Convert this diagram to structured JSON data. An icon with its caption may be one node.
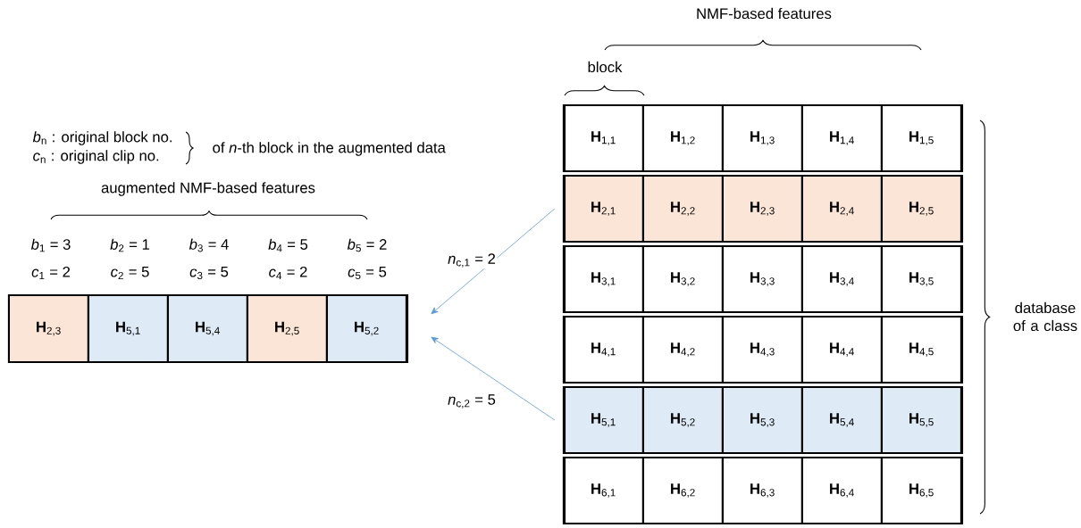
{
  "diagram": {
    "nodes": [
      {
        "text": [],
        "shape": "box"
      },
      {
        "text": [
          "**H**$_{2,3}$"
        ],
        "in": 0
      },
      {
        "text": [
          "**H**$_{5,1}$"
        ],
        "in": 0
      },
      {
        "text": [
          "**H**$_{5,4}$"
        ],
        "in": 0
      },
      {
        "text": [
          "**H**$_{2,5}$"
        ],
        "in": 0
      },
      {
        "text": [
          "**H**$_{5,2}$"
        ],
        "in": 0
      },
      {
        "text": [],
        "shape": "box"
      },
      {
        "text": [
          "**H**$_{1,1}$"
        ],
        "in": 6
      },
      {
        "text": [
          "**H**$_{1,2}$"
        ],
        "in": 6
      },
      {
        "text": [
          "**H**$_{1,3}$"
        ],
        "in": 6
      },
      {
        "text": [
          "**H**$_{1,4}$"
        ],
        "in": 6
      },
      {
        "text": [
          "**H**$_{1,5}$"
        ],
        "in": 6
      },
      {
        "text": [],
        "shape": "box"
      },
      {
        "text": [
          "**H**$_{2,1}$"
        ],
        "in": 12
      },
      {
        "text": [
          "**H**$_{2,2}$"
        ],
        "in": 12
      },
      {
        "text": [
          "**H**$_{2,3}$"
        ],
        "in": 12
      },
      {
        "text": [
          "**H**$_{2,4}$"
        ],
        "in": 12
      },
      {
        "text": [
          "**H**$_{2,5}$"
        ],
        "in": 12
      },
      {
        "text": [],
        "shape": "box"
      },
      {
        "text": [
          "**H**$_{3,1}$"
        ],
        "in": 18
      },
      {
        "text": [
          "**H**$_{3,2}$"
        ],
        "in": 18
      },
      {
        "text": [
          "**H**$_{3,3}$"
        ],
        "in": 18
      },
      {
        "text": [
          "**H**$_{3,4}$"
        ],
        "in": 18
      },
      {
        "text": [
          "**H**$_{3,5}$"
        ],
        "in": 18
      },
      {
        "text": [],
        "shape": "box"
      },
      {
        "text": [
          "**H**$_{4,1}$"
        ],
        "in": 24
      },
      {
        "text": [
          "**H**$_{4,2}$"
        ],
        "in": 24
      },
      {
        "text": [
          "**H**$_{4,3}$"
        ],
        "in": 24
      },
      {
        "text": [
          "**H**$_{4,4}$"
        ],
        "in": 24
      },
      {
        "text": [
          "**H**$_{4,5}$"
        ],
        "in": 24
      },
      {
        "text": [],
        "shape": "box"
      },
      {
        "text": [
          "**H**$_{5,1}$"
        ],
        "in": 30
      },
      {
        "text": [
          "**H**$_{5,2}$"
        ],
        "in": 30
      },
      {
        "text": [
          "**H**$_{5,3}$"
        ],
        "in": 30
      },
      {
        "text": [
          "**H**$_{5,4}$"
        ],
        "in": 30
      },
      {
        "text": [
          "**H**$_{5,5}$"
        ],
        "in": 30
      },
      {
        "text": [],
        "shape": "box"
      },
      {
        "text": [
          "**H**$_{6,1}$"
        ],
        "in": 36
      },
      {
        "text": [
          "**H**$_{6,2}$"
        ],
        "in": 36
      },
      {
        "text": [
          "**H**$_{6,3}$"
        ],
        "in": 36
      },
      {
        "text": [
          "**H**$_{6,4}$"
        ],
        "in": 36
      },
      {
        "text": [
          "**H**$_{6,5}$"
        ],
        "in": 36
      }
    ],
    "edges": [
      {
        "from": 12,
        "to": 0,
        "arrow": "to",
        "label": "*n*$_{c,1}$ = 2"
      },
      {
        "from": 30,
        "to": 0,
        "arrow": "to",
        "label": "*n*$_{c,2}$ = 5"
      }
    ],
    "labels": [
      "NMF-based features",
      "block",
      "*b*$_{n}$ : original block no.",
      "*c*$_{n}$ : original clip no.",
      "of *n*-th block in the augmented data",
      "augmented NMF-based features",
      "*b*$_{1}$ = 3",
      "*b*$_{2}$ = 1",
      "*b*$_{3}$ = 4",
      "*b*$_{4}$ = 5",
      "*b*$_{5}$ = 2",
      "*c*$_{1}$ = 2",
      "*c*$_{2}$ = 5",
      "*c*$_{3}$ = 5",
      "*c*$_{4}$ = 2",
      "*c*$_{5}$ = 5",
      "database of a class"
    ]
  }
}
